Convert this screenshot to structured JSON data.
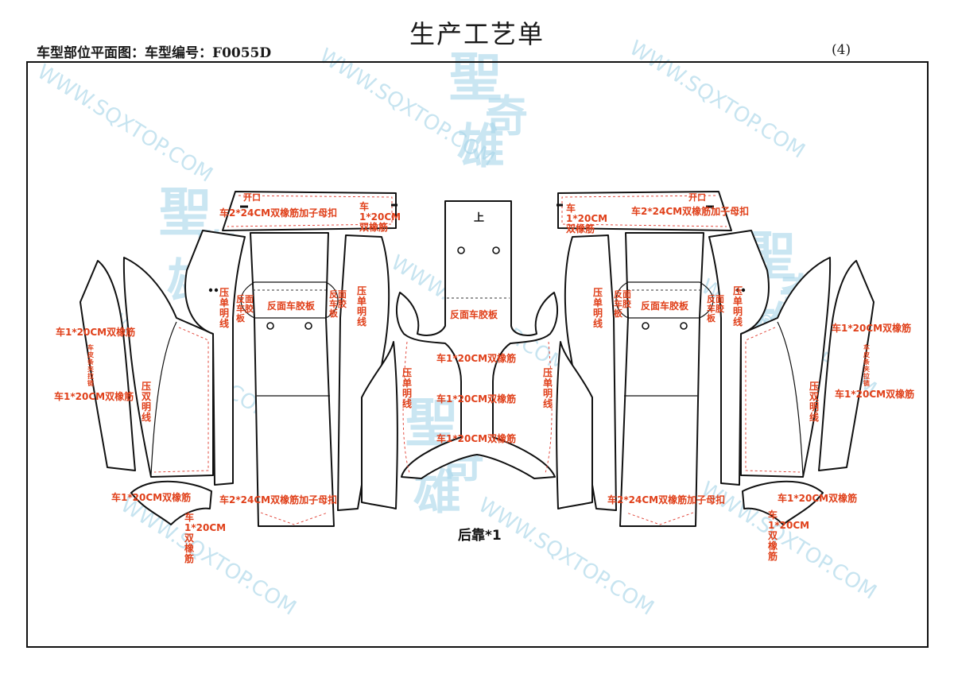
{
  "header": {
    "title": "生产工艺单",
    "subtitle": "车型部位平面图：车型编号：F0055D",
    "page_number": "(4)"
  },
  "watermark": {
    "url_text": "WWW.SQXTOP.COM",
    "logo_text": [
      "聖",
      "奇",
      "雄"
    ]
  },
  "labels": {
    "opening": "开口",
    "sew_24cm_buckle": "车2*24CM双橡筋加子母扣",
    "sew_20cm": "车1*20CM双橡筋",
    "sew_20cm_l1": "车",
    "sew_20cm_l2": "1*20CM",
    "sew_20cm_l3": "双橡筋",
    "sew_20cm_v": [
      "车",
      "1*20CM",
      "双",
      "橡",
      "筋"
    ],
    "rev_glue_panel": "反面车胶板",
    "rev_glue_v": [
      "反面",
      "车胶",
      "板"
    ],
    "press_single": [
      "压",
      "单",
      "明",
      "线"
    ],
    "press_double": [
      "压",
      "双",
      "明",
      "线"
    ],
    "small_vertical": [
      "车",
      "皮",
      "条",
      "夹",
      "拉",
      "链"
    ],
    "top_mark": "上",
    "back_rest": "后靠*1"
  }
}
